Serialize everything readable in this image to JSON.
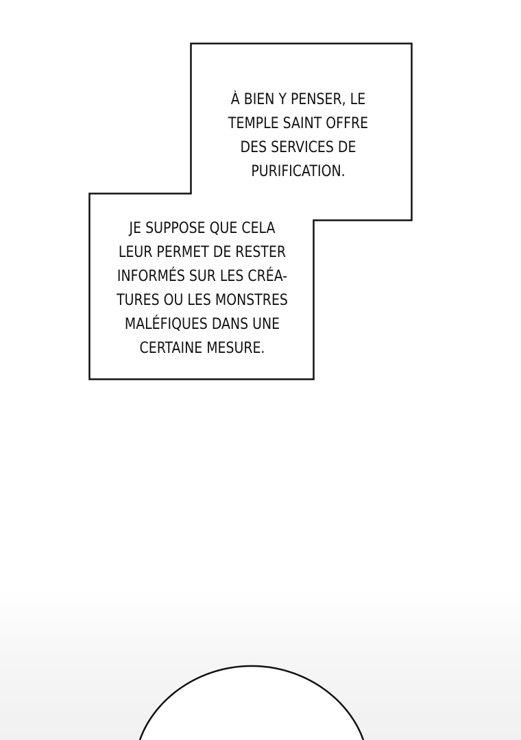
{
  "captions": {
    "top": {
      "lines": [
        "À BIEN Y PENSER, LE",
        "TEMPLE SAINT OFFRE",
        "DES SERVICES DE",
        "PURIFICATION."
      ]
    },
    "bottom": {
      "lines": [
        "JE SUPPOSE QUE CELA",
        "LEUR PERMET DE RESTER",
        "INFORMÉS SUR LES CRÉA-",
        "TURES OU LES MONSTRES",
        "MALÉFIQUES DANS UNE",
        "CERTAINE MESURE."
      ]
    }
  },
  "colors": {
    "background": "#ffffff",
    "box_border": "#111111",
    "text": "#111111"
  }
}
